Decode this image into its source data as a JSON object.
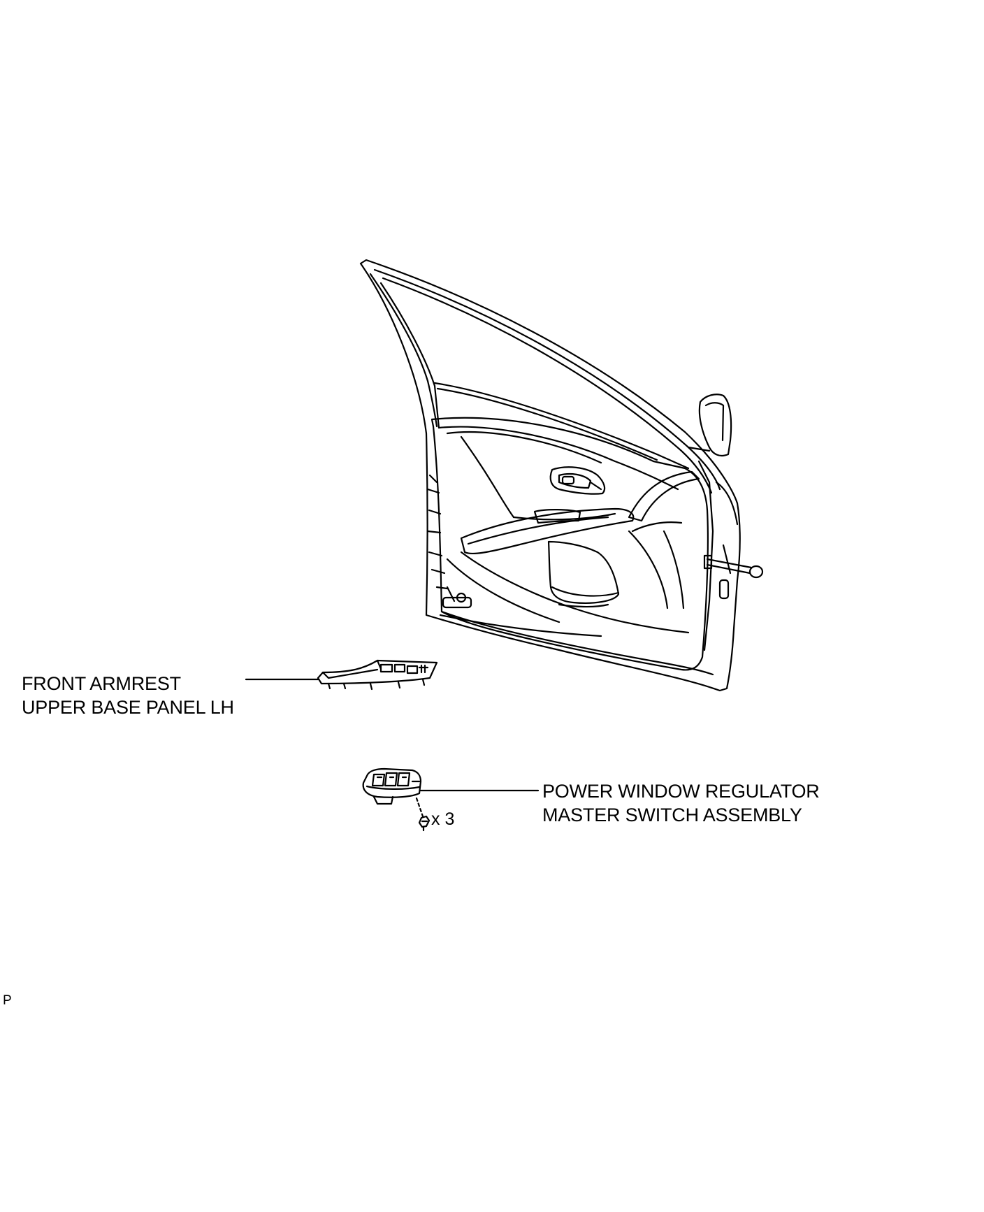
{
  "diagram": {
    "parts": [
      {
        "id": "front-armrest-upper-base-panel-lh",
        "lines": [
          "FRONT ARMREST",
          "UPPER BASE PANEL LH"
        ]
      },
      {
        "id": "power-window-regulator-master-switch-assembly",
        "lines": [
          "POWER WINDOW REGULATOR",
          "MASTER SWITCH ASSEMBLY"
        ]
      }
    ],
    "fastener": {
      "icon": "clip-icon",
      "quantity": "x 3"
    },
    "figure_code": "P"
  },
  "colors": {
    "line": "#000000",
    "background": "#ffffff"
  }
}
